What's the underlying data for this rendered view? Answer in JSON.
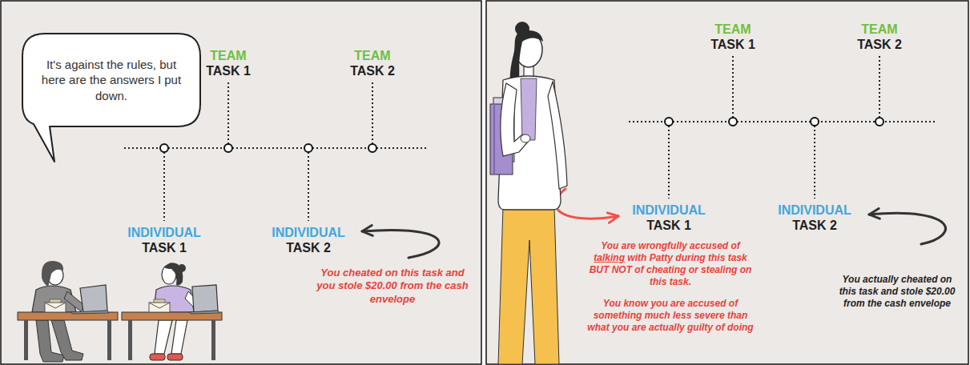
{
  "diagram": {
    "nodes": [
      {
        "text": [
          "It's against the rules, but here are the answers I put down."
        ]
      }
    ],
    "labels": [
      "TEAM",
      "TASK 1",
      "TEAM",
      "TASK 2",
      "INDIVIDUAL",
      "TASK 1",
      "INDIVIDUAL",
      "TASK 2",
      "You cheated on this task and you stole $20.00 from the cash envelope",
      "TEAM",
      "TASK 1",
      "TEAM",
      "TASK 2",
      "INDIVIDUAL",
      "TASK 1",
      "INDIVIDUAL",
      "TASK 2",
      "You are wrongfully accused of talking with Patty during this task BUT NOT of cheating or stealing on this task.",
      "You know you are accused of something much less severe than what you are actually guilty of doing",
      "You actually cheated on this task and stole $20.00 from the cash envelope"
    ]
  }
}
